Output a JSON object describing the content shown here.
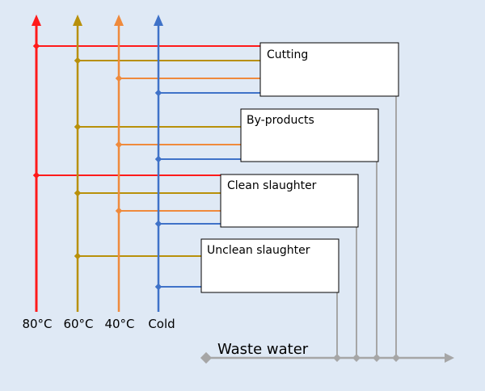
{
  "colors": {
    "background": "#dfe9f5",
    "hot80": "#ff1a1a",
    "hot60": "#b8900a",
    "hot40": "#ef8a3c",
    "cold": "#3f72c8",
    "waste": "#a6a6a6"
  },
  "pipes": [
    {
      "id": "hot80",
      "label": "80°C"
    },
    {
      "id": "hot60",
      "label": "60°C"
    },
    {
      "id": "hot40",
      "label": "40°C"
    },
    {
      "id": "cold",
      "label": "Cold"
    }
  ],
  "processes": [
    {
      "label": "Cutting",
      "supplies": [
        "hot80",
        "hot60",
        "hot40",
        "cold"
      ]
    },
    {
      "label": "By-products",
      "supplies": [
        "hot60",
        "hot40",
        "cold"
      ]
    },
    {
      "label": "Clean slaughter",
      "supplies": [
        "hot80",
        "hot60",
        "hot40",
        "cold"
      ]
    },
    {
      "label": "Unclean slaughter",
      "supplies": [
        "hot60",
        "cold"
      ]
    }
  ],
  "waste": {
    "label": "Waste water"
  }
}
